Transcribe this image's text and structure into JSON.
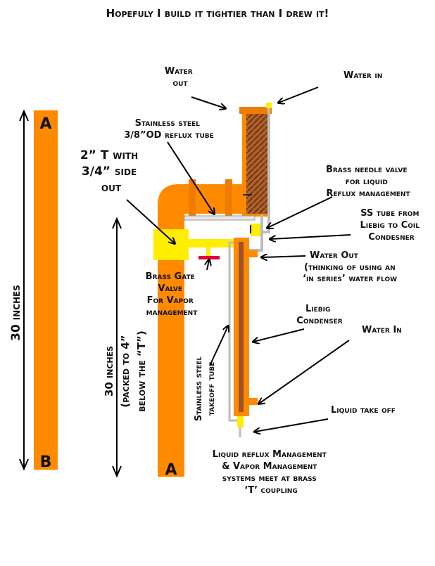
{
  "title": "Hopefuly I build it tightier than I drew it!",
  "colors": {
    "pipe": "#ff8a00",
    "pipe_dark": "#e06f00",
    "brass": "#ffee00",
    "coil": "#a0522d",
    "steel": "#bdbdbd",
    "valve_red": "#e0003a"
  },
  "section_labels": {
    "top_left": "A",
    "bottom_left": "B",
    "bottom_main": "A"
  },
  "dimensions": {
    "left": "30 inches",
    "middle_line1": "30 inches",
    "middle_line2": "(packed to 4”",
    "middle_line3": "below the “T”)"
  },
  "labels": {
    "water_out_top": [
      "Water",
      "out"
    ],
    "water_in_top": "Water in",
    "reflux_tube": [
      "Stainless steel",
      "3/8”OD reflux tube"
    ],
    "tee": [
      "2” T with",
      "3/4” side",
      "out"
    ],
    "needle_valve": [
      "Brass needle valve",
      "for liquid",
      "Reflux management"
    ],
    "ss_tube": [
      "SS tube from",
      "Liebig to Coil",
      "Condesner"
    ],
    "water_out_mid": [
      "Water Out",
      "(thinking of using an",
      "‘in series’ water flow"
    ],
    "gate_valve": [
      "Brass Gate",
      "Valve",
      "For Vapor",
      "management"
    ],
    "liebig": [
      "Liebig",
      "Condenser"
    ],
    "water_in_mid": "Water In",
    "takeoff_tube": [
      "Stainless steel",
      "takeoff tube"
    ],
    "liquid_takeoff": "Liquid take off",
    "bottom_note": [
      "Liquid reflux Management",
      "& Vapor Management",
      "systems meet at brass",
      "‘T’ coupling"
    ]
  }
}
